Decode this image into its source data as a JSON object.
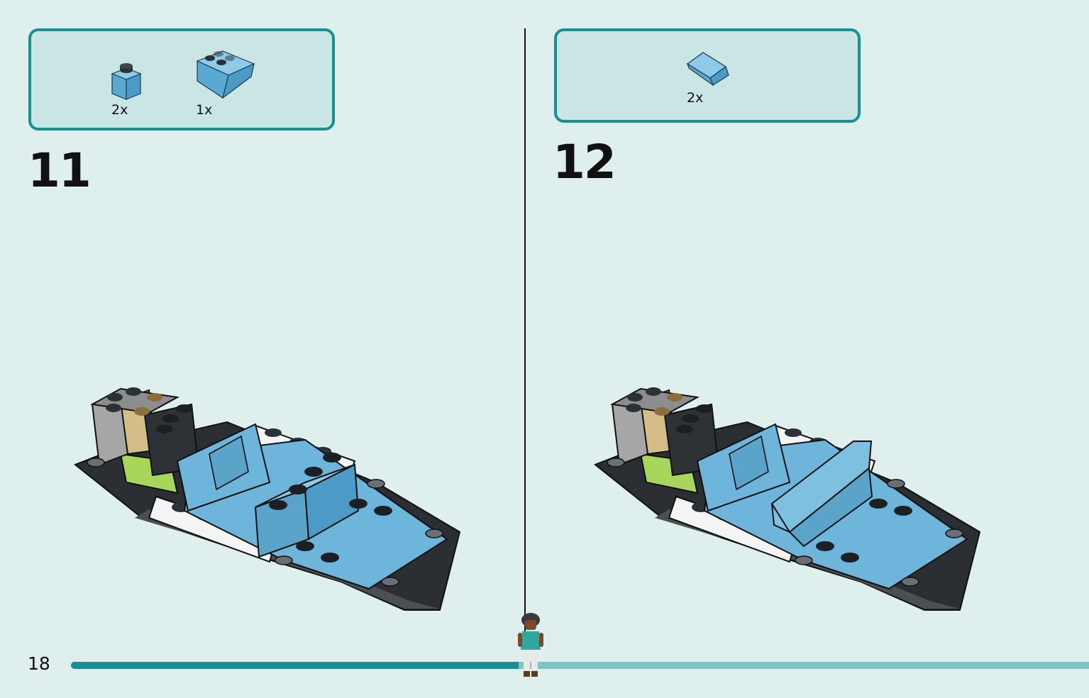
{
  "page": {
    "number": "18",
    "progress_fraction": 0.44
  },
  "steps": [
    {
      "number": "11",
      "parts": [
        {
          "icon": "blue-1x1-brick-icon",
          "qty": "2x"
        },
        {
          "icon": "blue-inverted-slope-2x2-icon",
          "qty": "1x"
        }
      ]
    },
    {
      "number": "12",
      "parts": [
        {
          "icon": "blue-curved-slope-icon",
          "qty": "2x"
        }
      ]
    }
  ],
  "colors": {
    "background": "#deefee",
    "box_border": "#169192",
    "box_fill": "#c9e5e4",
    "brick_blue": "#6db5da",
    "progress_dark": "#169192",
    "progress_light": "#7fc4c0"
  }
}
